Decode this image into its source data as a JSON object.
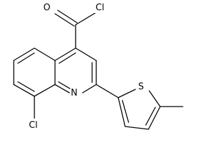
{
  "molecule": {
    "atoms": {
      "carbonyl_oxygen": "O",
      "acyl_chlorine": "Cl",
      "ring_chlorine": "Cl",
      "quinoline_nitrogen": "N",
      "thiophene_sulfur": "S"
    }
  },
  "colors": {
    "bond": "#000000",
    "background": "#ffffff"
  }
}
